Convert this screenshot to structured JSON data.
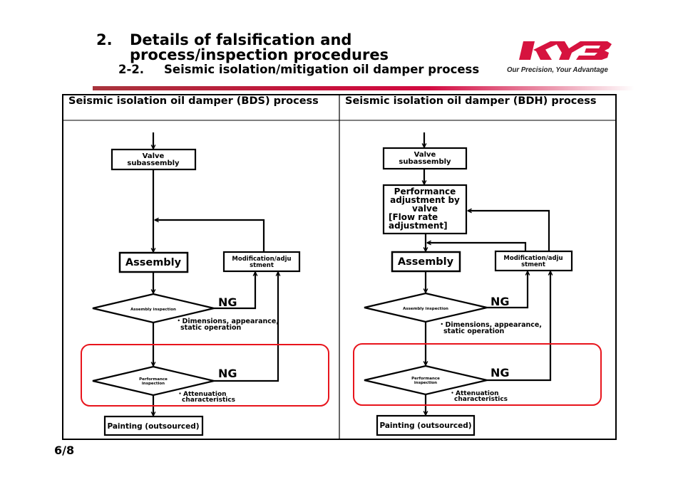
{
  "header": {
    "section_number": "2.",
    "section_title": "Details of falsification and process/inspection procedures",
    "subsection_number": "2-2.",
    "subsection_title": "Seismic isolation/mitigation oil damper process"
  },
  "logo": {
    "brand": "KYB",
    "tagline": "Our Precision, Your Advantage",
    "brand_color": "#d6133f"
  },
  "page_number": "6/8",
  "columns": [
    {
      "heading": "Seismic isolation oil damper (BDS) process",
      "steps": {
        "valve": [
          "Valve",
          "subassembly"
        ],
        "assembly": "Assembly",
        "modification": [
          "Modification/adju",
          "stment"
        ],
        "assembly_inspection": "Assembly inspection",
        "assembly_ng": "NG",
        "assembly_note": [
          "・Dimensions, appearance,",
          "static operation"
        ],
        "performance_inspection": [
          "Performance",
          "inspection"
        ],
        "performance_ng": "NG",
        "performance_note": [
          "・Attenuation",
          "characteristics"
        ],
        "painting": "Painting (outsourced)"
      }
    },
    {
      "heading": "Seismic isolation oil damper (BDH) process",
      "steps": {
        "valve": [
          "Valve",
          "subassembly"
        ],
        "perf_adjust": [
          "Performance",
          "adjustment by",
          "valve",
          "[Flow rate",
          "adjustment]"
        ],
        "assembly": "Assembly",
        "modification": [
          "Modification/adju",
          "stment"
        ],
        "assembly_inspection": "Assembly inspection",
        "assembly_ng": "NG",
        "assembly_note": [
          "・Dimensions, appearance,",
          "static operation"
        ],
        "performance_inspection": [
          "Performance",
          "inspection"
        ],
        "performance_ng": "NG",
        "performance_note": [
          "・Attenuation",
          "characteristics"
        ],
        "painting": "Painting (outsourced)"
      }
    }
  ],
  "colors": {
    "highlight": "#e8141c",
    "line": "#000000"
  }
}
